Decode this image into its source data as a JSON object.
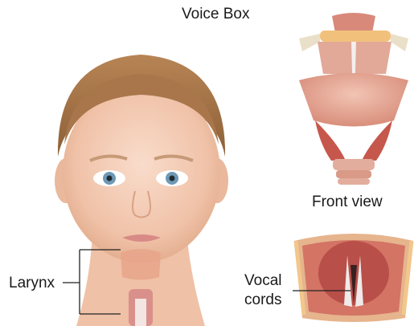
{
  "diagram": {
    "title": "Voice Box",
    "labels": {
      "front_view": "Front view",
      "larynx": "Larynx",
      "vocal_cords_line1": "Vocal",
      "vocal_cords_line2": "cords"
    }
  }
}
